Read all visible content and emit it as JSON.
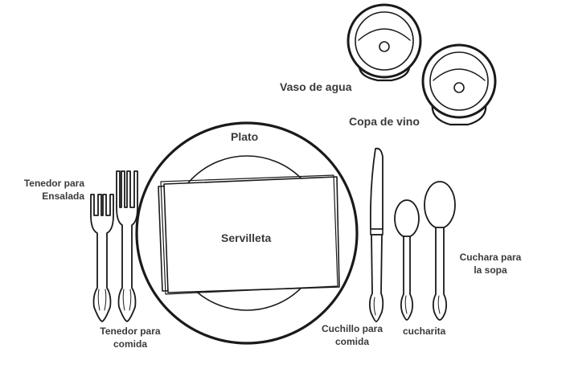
{
  "labels": {
    "water_glass": "Vaso de agua",
    "wine_glass": "Copa de vino",
    "plate": "Plato",
    "napkin": "Servilleta",
    "salad_fork_line1": "Tenedor para",
    "salad_fork_line2": "Ensalada",
    "dinner_fork_line1": "Tenedor para",
    "dinner_fork_line2": "comida",
    "knife_line1": "Cuchillo para",
    "knife_line2": "comida",
    "teaspoon": "cucharita",
    "soup_spoon_line1": "Cuchara para",
    "soup_spoon_line2": "la sopa"
  },
  "colors": {
    "outline": "#1a1a1a",
    "text": "#3a3a3a",
    "background": "#ffffff"
  },
  "icons": [
    "water-glass-icon",
    "wine-glass-icon",
    "plate-icon",
    "napkin-icon",
    "salad-fork-icon",
    "dinner-fork-icon",
    "knife-icon",
    "teaspoon-icon",
    "soup-spoon-icon"
  ]
}
